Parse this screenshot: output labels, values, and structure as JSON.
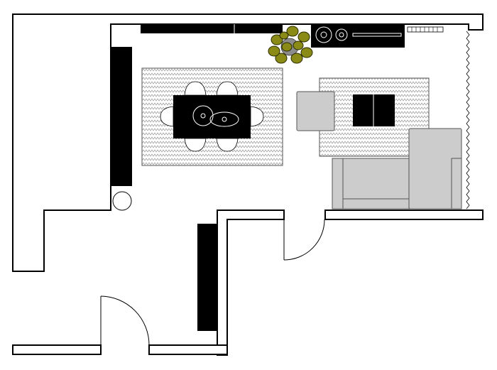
{
  "plan": {
    "title": "",
    "colors": {
      "wall": "#000000",
      "floor": "#ffffff",
      "furniture": "#000000",
      "upholstery": "#cccccc",
      "rug_pattern": "#888888",
      "plant_leaf": "#8a8a16",
      "plant_pot": "#8c8c8c"
    },
    "rooms": [
      "living-dining-room",
      "hallway"
    ],
    "furniture": [
      "wall-cabinet-top",
      "kitchen-counter-with-hob-and-sink",
      "radiator",
      "tall-cabinet-left",
      "dining-table",
      "dining-chair-set",
      "dining-rug",
      "potted-plant",
      "lounge-rug",
      "armchair",
      "coffee-table",
      "corner-sofa",
      "hallway-cabinet",
      "round-side-table",
      "curtain-window"
    ],
    "doors": [
      "living-room-door",
      "entrance-door"
    ]
  }
}
